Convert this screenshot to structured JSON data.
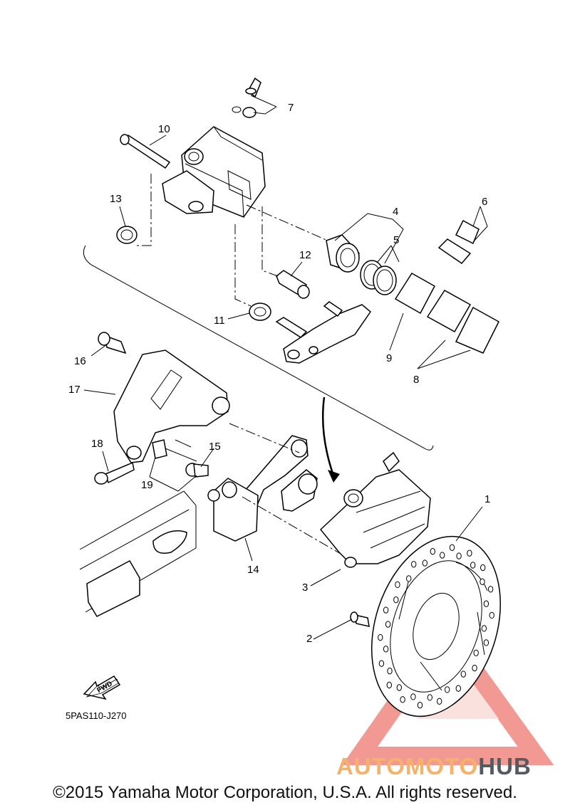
{
  "callouts": {
    "c1": "1",
    "c2": "2",
    "c3": "3",
    "c4": "4",
    "c5": "5",
    "c6": "6",
    "c7": "7",
    "c8": "8",
    "c9": "9",
    "c10": "10",
    "c11": "11",
    "c12": "12",
    "c13": "13",
    "c14": "14",
    "c15": "15",
    "c16": "16",
    "c17": "17",
    "c18": "18",
    "c19": "19"
  },
  "diagram_ref": "5PAS110-J270",
  "fwd_label": "FWD",
  "watermark": {
    "part1": "AUTOMOTO",
    "part2": "HUB",
    "color_primary": "#f5b26a",
    "color_secondary": "#555a60",
    "triangle_color": "#e8463c"
  },
  "copyright": "©2015 Yamaha Motor Corporation, U.S.A. All rights reserved."
}
